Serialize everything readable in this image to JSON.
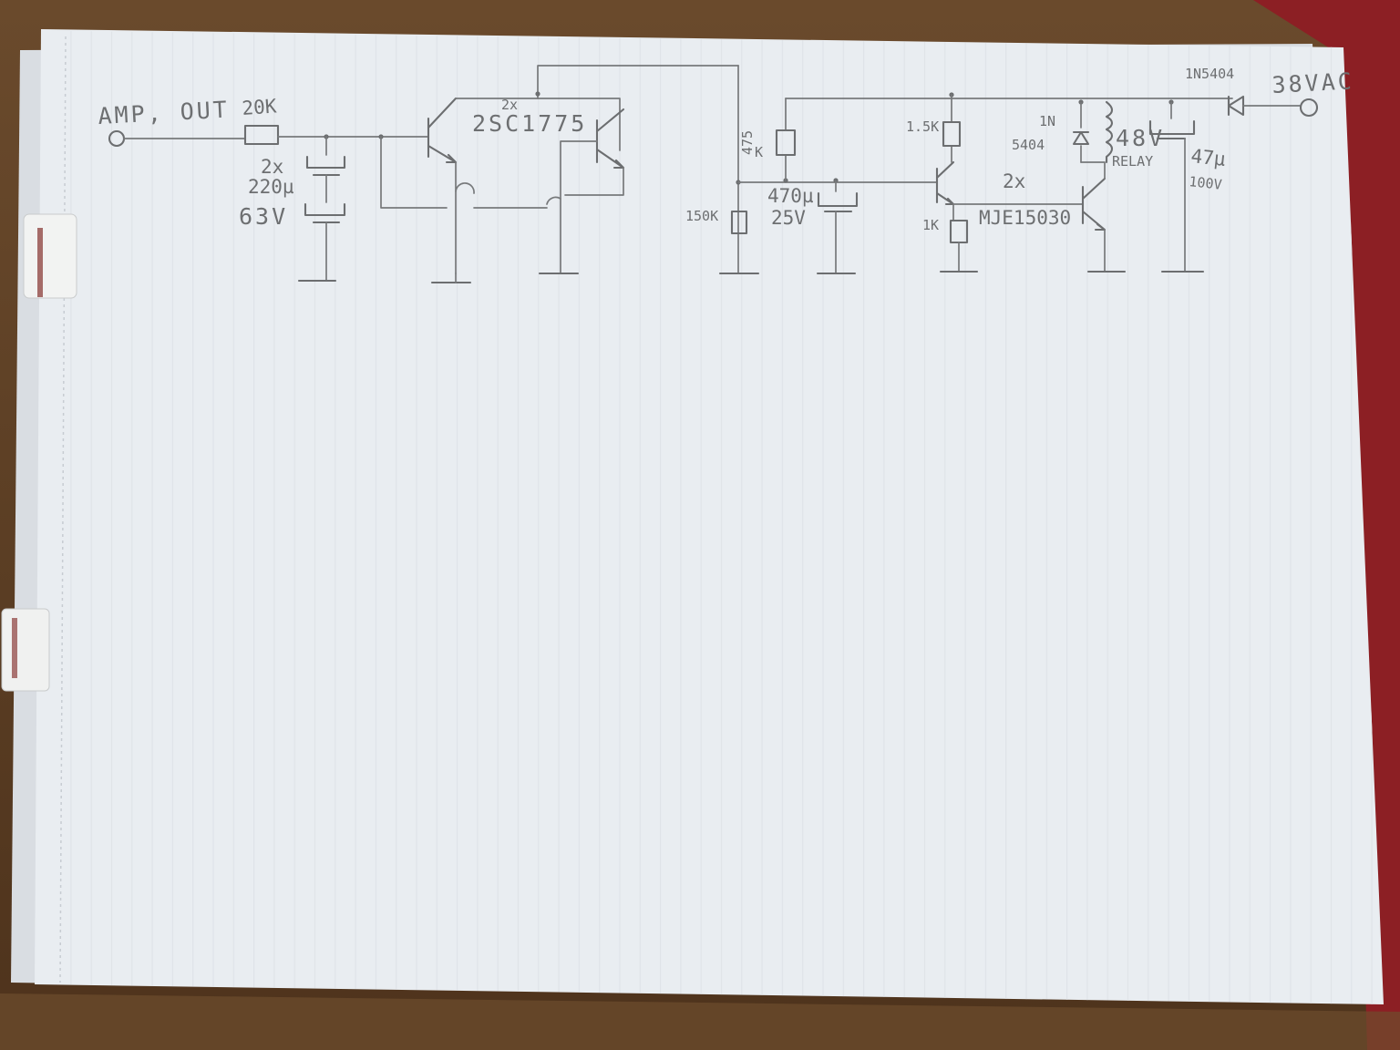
{
  "schematic": {
    "input": {
      "label": "AMP, OUT",
      "resistor": "20K"
    },
    "input_caps": {
      "count": "2x",
      "value": "220µ",
      "voltage": "63V"
    },
    "transistor_pair": {
      "count": "2x",
      "part": "2SC1775"
    },
    "resistor_top": {
      "value_line1": "475",
      "value_line2": "K"
    },
    "resistor_bias": {
      "value": "150K"
    },
    "timing_cap": {
      "value": "470µ",
      "voltage": "25V"
    },
    "resistor_collector": {
      "value": "1.5K"
    },
    "resistor_emitter": {
      "value": "1K"
    },
    "driver": {
      "count": "2x",
      "part": "MJE15030"
    },
    "flyback_diode": {
      "line1": "1N",
      "line2": "5404"
    },
    "relay": {
      "voltage": "48V",
      "label": "RELAY"
    },
    "supply_cap": {
      "value": "47µ",
      "voltage": "100V"
    },
    "rectifier": {
      "part": "1N5404"
    },
    "supply": {
      "label": "38VAC"
    }
  },
  "colors": {
    "paper": "#e9edf1",
    "pencil": "#6d6f71",
    "rule_lines": "#d9dde2",
    "desk": "#5b3d22",
    "red_folder": "#8c1f24"
  }
}
